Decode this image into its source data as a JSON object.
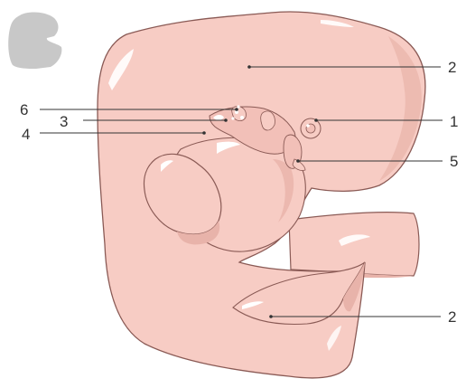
{
  "thumbnail": {
    "icon": "embryo-silhouette-icon",
    "color": "#c8c8c8"
  },
  "colors": {
    "skin": "#f7ccc4",
    "skin_shadow": "#e8b3aa",
    "outline": "#8a5a55",
    "highlight": "#ffffff",
    "leader": "#333333"
  },
  "labels": [
    {
      "id": "label-1",
      "text": "1",
      "target": "eye-primordium"
    },
    {
      "id": "label-2-top",
      "text": "2",
      "target": "head"
    },
    {
      "id": "label-2-bottom",
      "text": "2",
      "target": "lower-limb-bud"
    },
    {
      "id": "label-3",
      "text": "3",
      "target": "branchial-region-small-swellings"
    },
    {
      "id": "label-4",
      "text": "4",
      "target": "cardiac-bulge"
    },
    {
      "id": "label-5",
      "text": "5",
      "target": "nasal-region"
    },
    {
      "id": "label-6",
      "text": "6",
      "target": "branchial-region-upper-swellings"
    }
  ]
}
